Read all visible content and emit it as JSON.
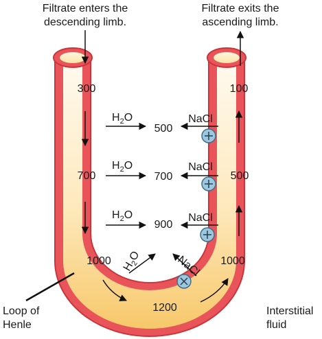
{
  "labels": {
    "enter_line1": "Filtrate enters the",
    "enter_line2": "descending limb.",
    "exit_line1": "Filtrate exits the",
    "exit_line2": "ascending limb.",
    "loop_line1": "Loop of",
    "loop_line2": "Henle",
    "interstitial_line1": "Interstitial",
    "interstitial_line2": "fluid"
  },
  "descending_limb": [
    "300",
    "700",
    "1000"
  ],
  "interstitial": [
    "500",
    "700",
    "900",
    "1200"
  ],
  "ascending_limb": [
    "100",
    "500",
    "1000"
  ],
  "water": {
    "main": "H",
    "sub": "2",
    "tail": "O"
  },
  "salt": "NaCl",
  "colors": {
    "wall": "#e8545a",
    "wall_stroke": "#c9353b",
    "lumen_top": "#fffaf0",
    "lumen_bottom": "#f7c86a",
    "pump_fill": "#9ec7dd",
    "pump_stroke": "#3f6f8a"
  },
  "icons": [
    "arrow-icon",
    "active-transport-pump-icon",
    "blocked-channel-icon"
  ]
}
